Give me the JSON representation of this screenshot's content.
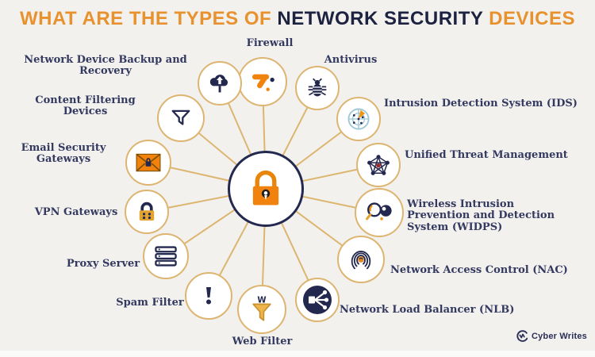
{
  "title": {
    "part1": "WHAT ARE THE TYPES OF",
    "part2": "NETWORK SECURITY",
    "part3": "DEVICES"
  },
  "center": {
    "icon": "padlock-icon"
  },
  "items": [
    {
      "id": "firewall",
      "label": "Firewall",
      "icon": "firewall-icon"
    },
    {
      "id": "backup",
      "label": "Network Device Backup and Recovery",
      "icon": "cloud-backup-icon"
    },
    {
      "id": "content",
      "label": "Content Filtering Devices",
      "icon": "funnel-outline-icon"
    },
    {
      "id": "email",
      "label": "Email Security Gateways",
      "icon": "secure-email-icon"
    },
    {
      "id": "vpn",
      "label": "VPN Gateways",
      "icon": "padlock-keypad-icon"
    },
    {
      "id": "proxy",
      "label": "Proxy Server",
      "icon": "server-stack-icon"
    },
    {
      "id": "spam",
      "label": "Spam Filter",
      "icon": "exclamation-icon"
    },
    {
      "id": "webfilter",
      "label": "Web Filter",
      "icon": "web-funnel-icon"
    },
    {
      "id": "antivirus",
      "label": "Antivirus",
      "icon": "bug-icon"
    },
    {
      "id": "ids",
      "label": "Intrusion Detection System (IDS)",
      "icon": "radar-icon"
    },
    {
      "id": "utm",
      "label": "Unified Threat Management",
      "icon": "network-graph-icon"
    },
    {
      "id": "widps",
      "label": "Wireless Intrusion Prevention and Detection System (WIDPS)",
      "icon": "magnifier-eye-icon"
    },
    {
      "id": "nac",
      "label": "Network Access Control (NAC)",
      "icon": "fingerprint-icon"
    },
    {
      "id": "nlb",
      "label": "Network Load Balancer (NLB)",
      "icon": "load-balancer-icon"
    }
  ],
  "logo": {
    "text": "Cyber Writes"
  },
  "colors": {
    "background": "#F2F1EE",
    "title_orange": "#E8922F",
    "title_navy": "#1C2240",
    "icon_orange": "#F0830D",
    "icon_navy": "#23284F",
    "circle_border": "#DDB571",
    "connector_line": "#DCB670",
    "label_text": "#33395F"
  }
}
